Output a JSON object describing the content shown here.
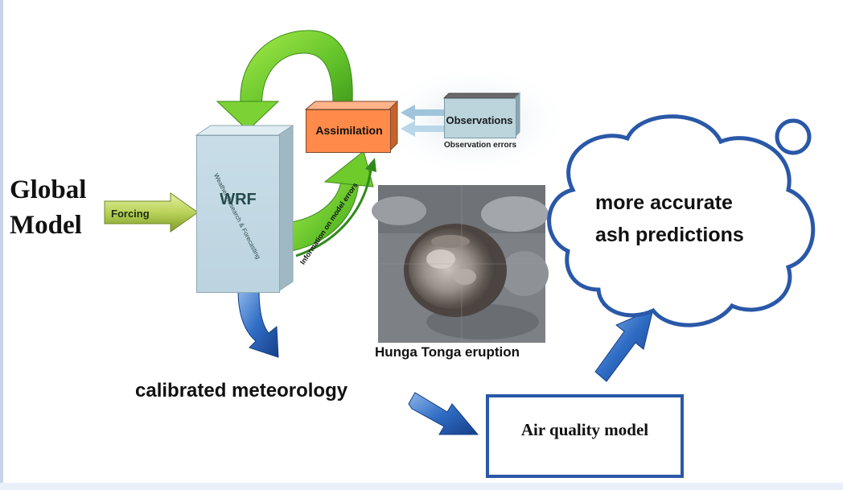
{
  "global_model": {
    "line1": "Global",
    "line2": "Model"
  },
  "forcing": {
    "label": "Forcing"
  },
  "wrf": {
    "logo": "WRF",
    "subtitle": "Weather Research & Forecasting"
  },
  "assimilation": {
    "label": "Assimilation"
  },
  "observations": {
    "label": "Observations",
    "errors_label": "Observation errors"
  },
  "information_errors": {
    "label": "Information on model errors"
  },
  "eruption": {
    "caption": "Hunga Tonga eruption"
  },
  "calibrated": {
    "label": "calibrated meteorology"
  },
  "air_quality": {
    "label": "Air quality model"
  },
  "cloud": {
    "line1": "more accurate",
    "line2": "ash predictions"
  },
  "colors": {
    "green_arrow": "#6cc62a",
    "blue_arrow": "#2a62b8",
    "border_blue": "#2a58a8",
    "assimilation_fill": "#ff8a4a",
    "wrf_fill": "#c8dde8"
  }
}
